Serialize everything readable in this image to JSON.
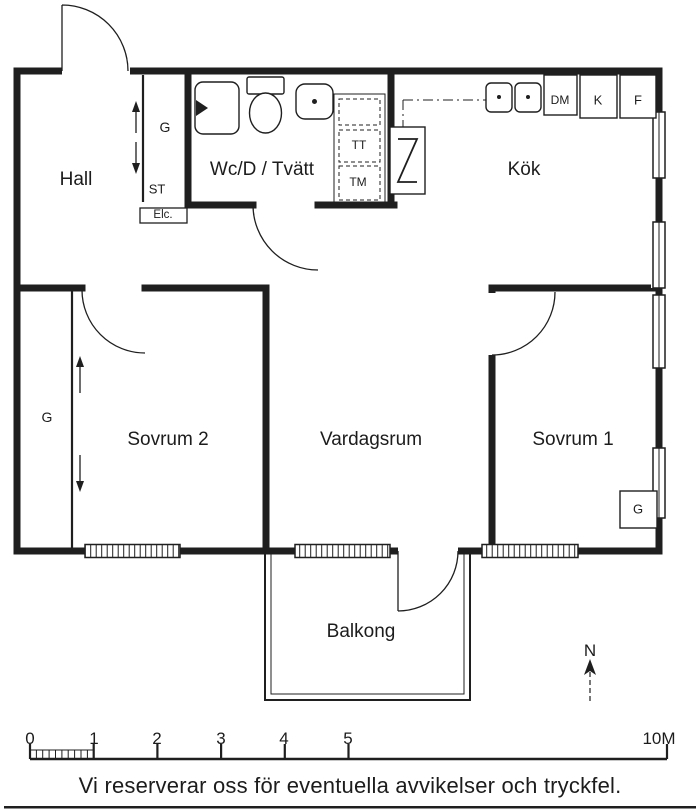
{
  "floorplan": {
    "rooms": [
      {
        "id": "hall",
        "label": "Hall"
      },
      {
        "id": "wc",
        "label": "Wc/D / Tvätt"
      },
      {
        "id": "kok",
        "label": "Kök"
      },
      {
        "id": "sovrum2",
        "label": "Sovrum 2"
      },
      {
        "id": "vardagsrum",
        "label": "Vardagsrum"
      },
      {
        "id": "sovrum1",
        "label": "Sovrum 1"
      },
      {
        "id": "balkong",
        "label": "Balkong"
      }
    ],
    "annotations": {
      "hall_wardrobe": "G",
      "hall_shelf": "ST",
      "electrical": "Elc.",
      "dryer": "TT",
      "washer": "TM",
      "dishwasher": "DM",
      "fridge": "K",
      "freezer": "F",
      "left_wardrobe": "G",
      "sovrum1_wardrobe": "G"
    },
    "compass": {
      "north": "N"
    },
    "scale_bar": {
      "labels": [
        "0",
        "1",
        "2",
        "3",
        "4",
        "5",
        "10M"
      ]
    },
    "footer": {
      "disclaimer": "Vi reserverar oss för eventuella avvikelser och tryckfel."
    },
    "colors": {
      "line": "#1f1f1f",
      "background": "#ffffff"
    }
  }
}
